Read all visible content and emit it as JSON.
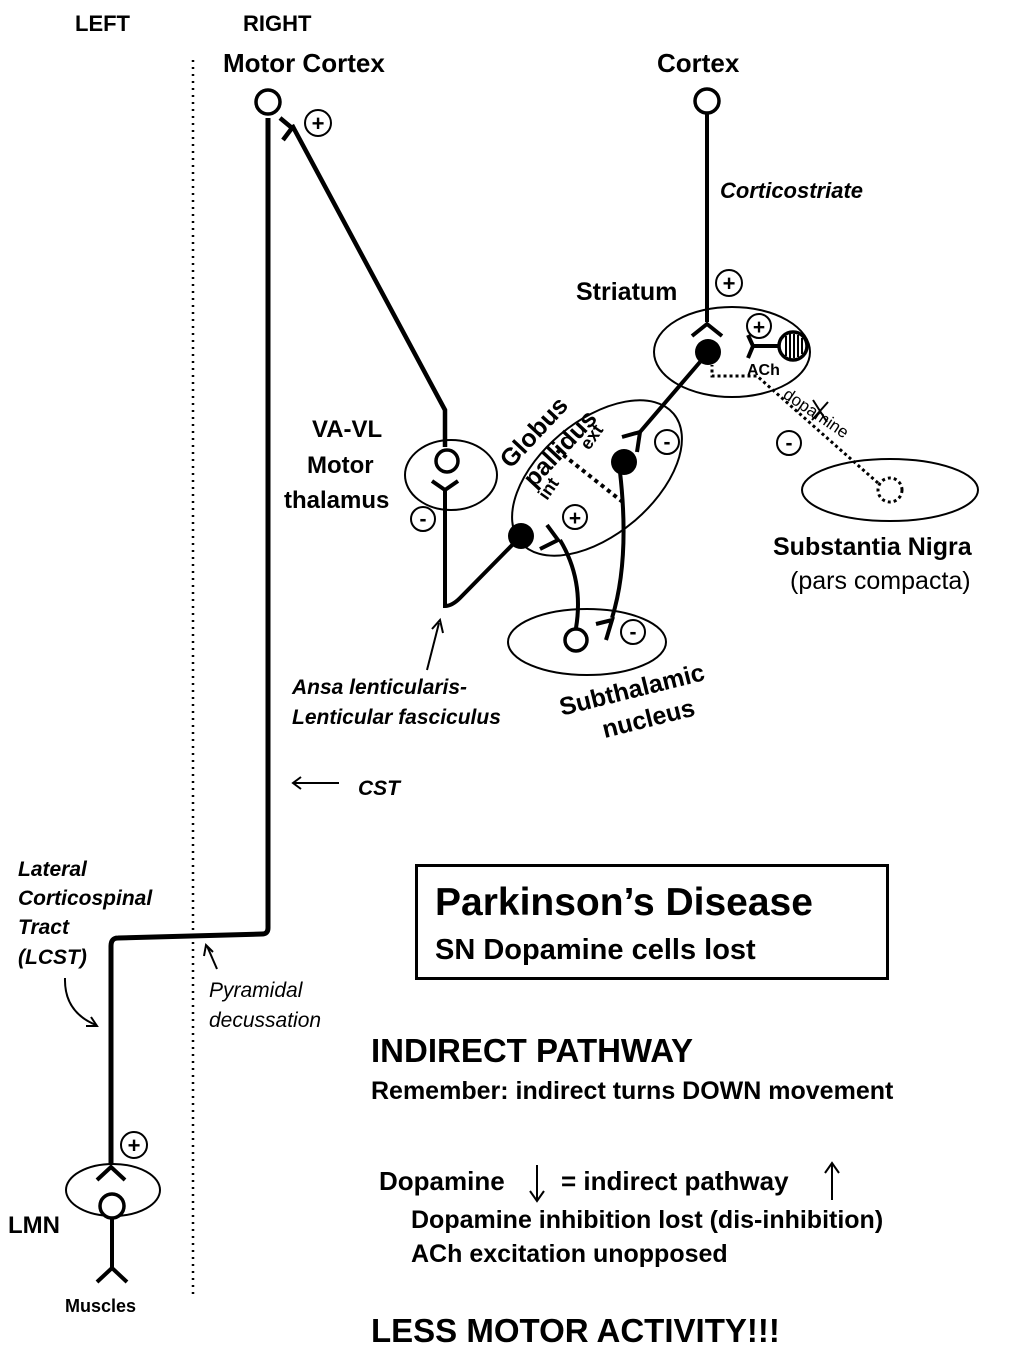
{
  "sides": {
    "left": "LEFT",
    "right": "RIGHT"
  },
  "labels": {
    "motor_cortex": "Motor Cortex",
    "cortex": "Cortex",
    "corticostriate": "Corticostriate",
    "striatum": "Striatum",
    "ach": "ACh",
    "dopamine": "dopamine",
    "globus_pallidus_1": "Globus",
    "globus_pallidus_2": "pallidus",
    "ext": "ext",
    "int": "int",
    "thalamus_1": "VA-VL",
    "thalamus_2": "Motor",
    "thalamus_3": "thalamus",
    "substantia_nigra": "Substantia Nigra",
    "pars_compacta": "(pars compacta)",
    "subthalamic_1": "Subthalamic",
    "subthalamic_2": "nucleus",
    "ansa_1": "Ansa lenticularis-",
    "ansa_2": "Lenticular fasciculus",
    "cst": "CST",
    "lcst_1": "Lateral",
    "lcst_2": "Corticospinal",
    "lcst_3": "Tract",
    "lcst_4": "(LCST)",
    "pyramidal_1": "Pyramidal",
    "pyramidal_2": "decussation",
    "lmn": "LMN",
    "muscles": "Muscles",
    "plus": "+",
    "minus": "-"
  },
  "title_box": {
    "title": "Parkinson’s Disease",
    "subtitle": "SN Dopamine cells lost"
  },
  "notes": {
    "heading": "INDIRECT PATHWAY",
    "remember": "Remember:  indirect turns DOWN movement",
    "dopamine_word": "Dopamine",
    "equals_text": "= indirect pathway",
    "line1": "Dopamine inhibition lost (dis-inhibition)",
    "line2": "ACh excitation unopposed",
    "conclusion": "LESS MOTOR ACTIVITY!!!"
  }
}
